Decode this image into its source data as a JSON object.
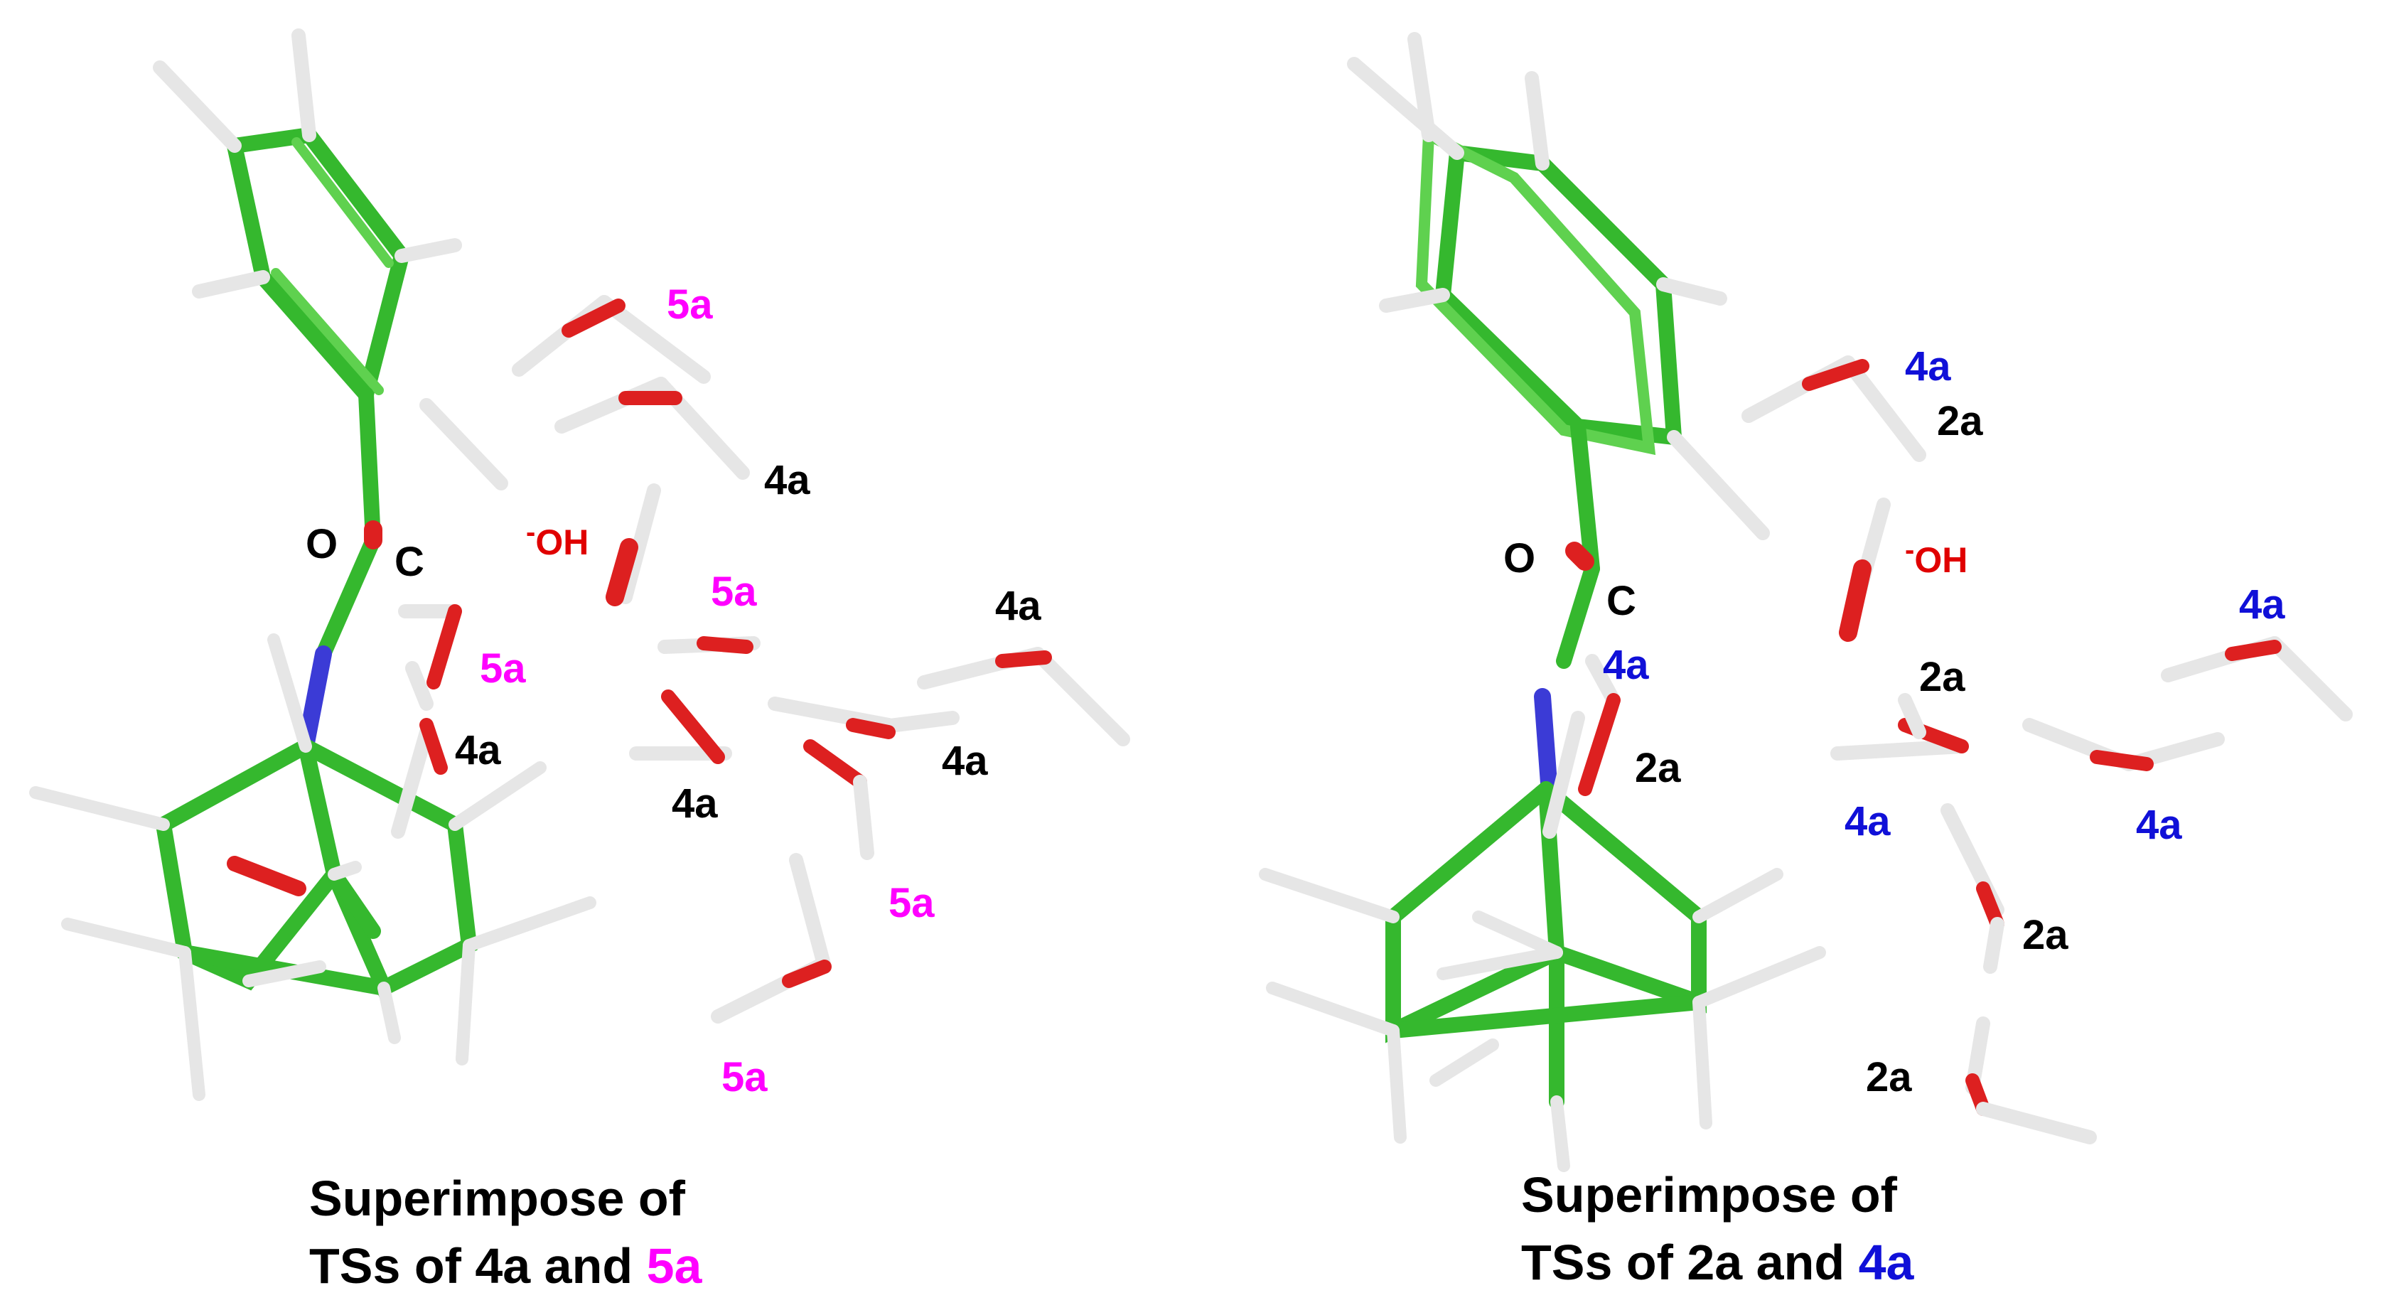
{
  "colors": {
    "carbon": "#35b82e",
    "carbon_light": "#5fd14f",
    "hydrogen": "#e6e6e6",
    "oxygen": "#dd2020",
    "nitrogen": "#3b3bd6",
    "black": "#000000",
    "magenta": "#ff00ff",
    "blue": "#1010d8",
    "red_label": "#e00000"
  },
  "left_panel": {
    "caption_line1": "Superimpose of",
    "caption_line2_prefix": "TSs of 4a and ",
    "caption_line2_highlight": "5a",
    "atom_labels": {
      "O": "O",
      "C": "C"
    },
    "hydroxide_sup": "-",
    "hydroxide_main": "OH",
    "water_labels": {
      "w1": "5a",
      "w2": "4a",
      "w3": "5a",
      "w4": "4a",
      "w5": "5a",
      "w6": "4a",
      "w7": "4a",
      "w8": "4a",
      "w9": "5a",
      "w10": "5a"
    }
  },
  "right_panel": {
    "caption_line1": "Superimpose of",
    "caption_line2_prefix": "TSs of 2a and ",
    "caption_line2_highlight": "4a",
    "atom_labels": {
      "O": "O",
      "C": "C"
    },
    "hydroxide_sup": "-",
    "hydroxide_main": "OH",
    "water_labels": {
      "w1": "4a",
      "w2": "2a",
      "w3": "4a",
      "w4": "2a",
      "w5": "2a",
      "w6": "4a",
      "w7": "4a",
      "w8": "4a",
      "w9": "2a",
      "w10": "2a"
    }
  }
}
